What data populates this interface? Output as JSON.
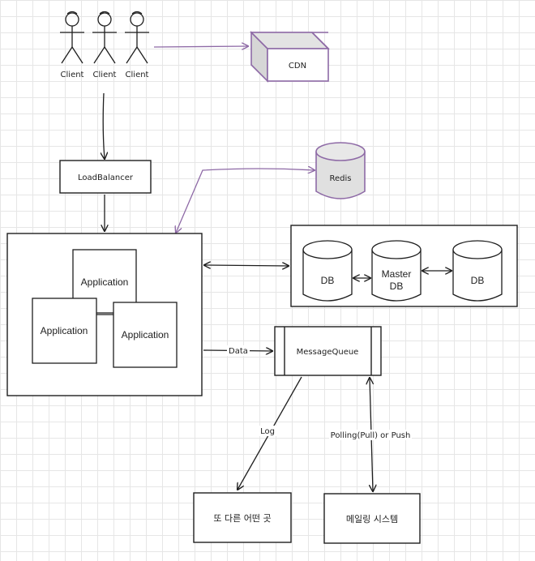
{
  "clients": {
    "labels": [
      "Client",
      "Client",
      "Client"
    ]
  },
  "cdn": {
    "label": "CDN"
  },
  "load_balancer": {
    "label": "LoadBalancer"
  },
  "redis": {
    "label": "Redis"
  },
  "applications": {
    "labels": [
      "Application",
      "Application",
      "Application"
    ]
  },
  "databases": {
    "db1": "DB",
    "master_line1": "Master",
    "master_line2": "DB",
    "db2": "DB"
  },
  "message_queue": {
    "label": "MessageQueue"
  },
  "edges": {
    "data": "Data",
    "log": "Log",
    "polling": "Polling(Pull) or Push"
  },
  "destinations": {
    "other": "또 다른 어떤 곳",
    "mailing": "메일링 시스템"
  },
  "colors": {
    "stroke": "#1e1e1e",
    "purple": "#8e6aa6",
    "grid": "#e6e6e6"
  }
}
